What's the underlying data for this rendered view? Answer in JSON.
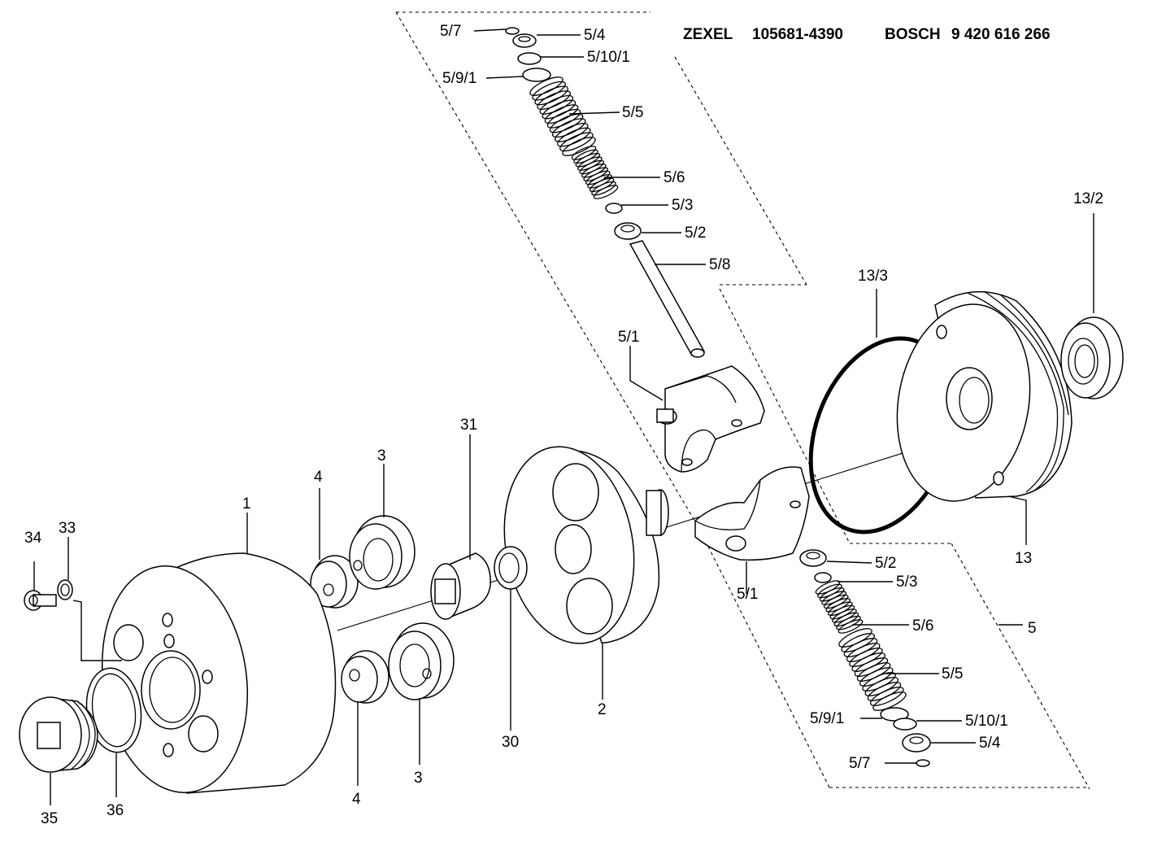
{
  "header": {
    "brand1": "ZEXEL",
    "number1": "105681-4390",
    "brand2": "BOSCH",
    "number2": "9 420 616 266"
  },
  "labels": {
    "l57a": "5/7",
    "l54a": "5/4",
    "l5101a": "5/10/1",
    "l591a": "5/9/1",
    "l55a": "5/5",
    "l56a": "5/6",
    "l53a": "5/3",
    "l52a": "5/2",
    "l58": "5/8",
    "l51a": "5/1",
    "l51b": "5/1",
    "l132": "13/2",
    "l133": "13/3",
    "l13": "13",
    "l52b": "5/2",
    "l53b": "5/3",
    "l56b": "5/6",
    "l5": "5",
    "l55b": "5/5",
    "l591b": "5/9/1",
    "l5101b": "5/10/1",
    "l54b": "5/4",
    "l57b": "5/7",
    "l31": "31",
    "l4a": "4",
    "l3a": "3",
    "l1": "1",
    "l34": "34",
    "l33": "33",
    "l2": "2",
    "l30": "30",
    "l4b": "4",
    "l3b": "3",
    "l35": "35",
    "l36": "36"
  }
}
